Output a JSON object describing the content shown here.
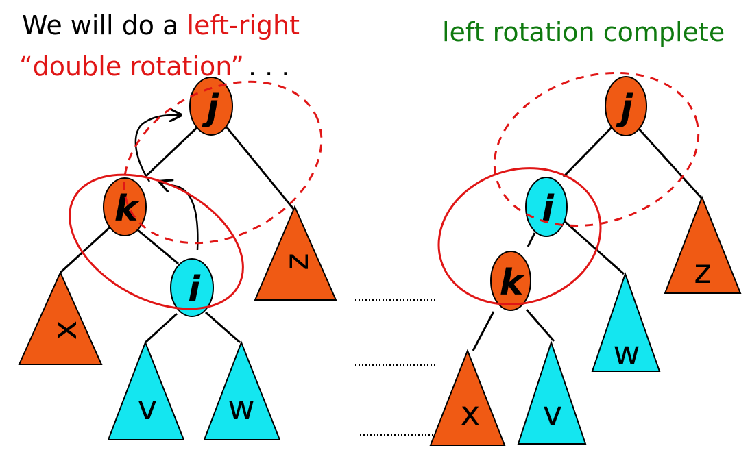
{
  "colors": {
    "orange": "#f05a14",
    "cyan": "#14e6f0",
    "red": "#e01616",
    "green": "#0f7a0f",
    "black": "#000000"
  },
  "left": {
    "title_prefix": "We will do a ",
    "title_highlight": "left-right",
    "title_line2": "“double rotation”",
    "title_ellipsis": ". . .",
    "nodes": {
      "j": "j",
      "k": "k",
      "i": "i"
    },
    "subtrees": {
      "x": "x",
      "z": "z",
      "v": "v",
      "w": "w"
    }
  },
  "right": {
    "title": "left rotation complete",
    "nodes": {
      "j": "j",
      "i": "i",
      "k": "k"
    },
    "subtrees": {
      "x": "x",
      "v": "v",
      "w": "w",
      "z": "z"
    }
  }
}
